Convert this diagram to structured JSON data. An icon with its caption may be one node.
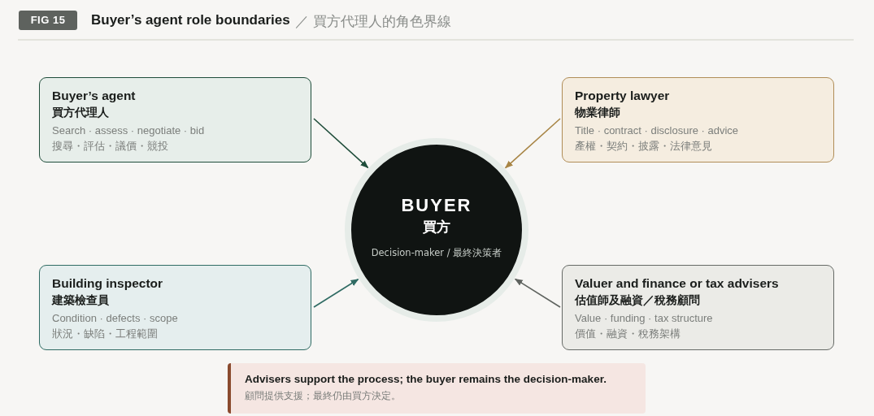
{
  "diagram": {
    "title": "Buyer’s agent role boundaries",
    "nodes": [
      {
        "text": [
          "Buyer’s agent",
          "買方代理人",
          "Search · assess · negotiate · bid",
          "搜尋・評估・議價・競投"
        ]
      },
      {
        "text": [
          "Property lawyer",
          "物業律師",
          "Title · contract · disclosure · advice",
          "產權・契約・披露・法律意見"
        ]
      },
      {
        "text": [
          "BUYER",
          "買方",
          "Decision-maker / 最終決策者"
        ]
      },
      {
        "text": [
          "Building inspector",
          "建築檢查員",
          "Condition · defects · scope",
          "狀況・缺陷・工程範圍"
        ]
      },
      {
        "text": [
          "Valuer and finance or tax advisers",
          "估值師及融資／稅務顧問",
          "Value · funding · tax structure",
          "價值・融資・稅務架構"
        ]
      },
      {
        "text": [
          "Advisers support the process; the buyer remains the decision-maker.",
          "顧問提供支援；最終仍由買方決定。"
        ]
      }
    ],
    "edges": [
      {
        "from": 0,
        "to": 2,
        "arrow": "to",
        "color": "#1f4d3a"
      },
      {
        "from": 1,
        "to": 2,
        "arrow": "to",
        "color": "#a88545"
      },
      {
        "from": 3,
        "to": 2,
        "arrow": "to",
        "color": "#2f6b63"
      },
      {
        "from": 4,
        "to": 2,
        "arrow": "to",
        "color": "#5f635f"
      }
    ],
    "labels": [
      "FIG 15",
      "／ 買方代理人的角色界線"
    ]
  }
}
